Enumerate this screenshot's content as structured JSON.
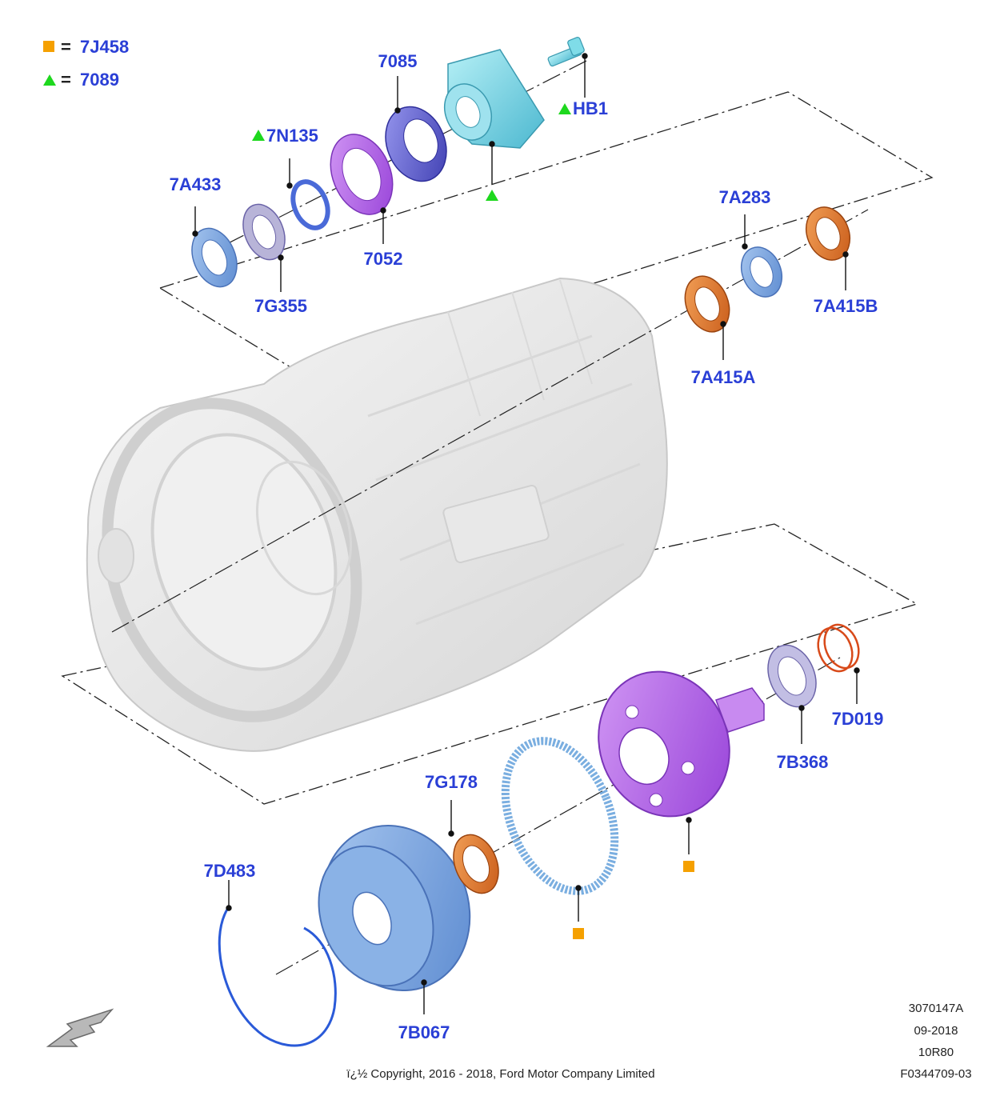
{
  "legend": [
    {
      "symbol": "square",
      "equals": "=",
      "code": "7J458"
    },
    {
      "symbol": "triangle",
      "equals": "=",
      "code": "7089"
    }
  ],
  "labels": {
    "p7085": "7085",
    "hb1": "HB1",
    "p7n135": "7N135",
    "p7a433": "7A433",
    "p7052": "7052",
    "p7g355": "7G355",
    "p7a283": "7A283",
    "p7a415b": "7A415B",
    "p7a415a": "7A415A",
    "p7d019": "7D019",
    "p7b368": "7B368",
    "p7g178": "7G178",
    "p7d483": "7D483",
    "p7b067": "7B067"
  },
  "footer": {
    "ref": "3070147A",
    "date": "09-2018",
    "model": "10R80",
    "figure": "F0344709-03",
    "copyright": "ï¿½ Copyright, 2016 - 2018, Ford Motor Company Limited"
  },
  "colors": {
    "label": "#2a3fd6",
    "square_marker": "#f5a000",
    "triangle_marker": "#1ed81e",
    "housing": "#ececec",
    "blue_part": "#7ba6e0",
    "purple_part": "#b66ae8",
    "orange_part": "#e07a2e",
    "cyan_part": "#7fdce8",
    "dark_blue_part": "#5c5ccc"
  }
}
